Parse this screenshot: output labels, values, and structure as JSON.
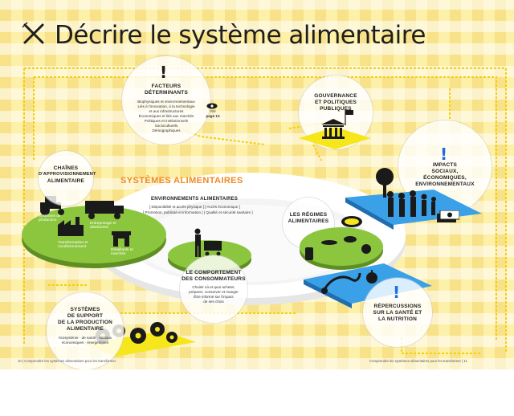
{
  "title": "Décrire le système  alimentaire",
  "icons": {
    "fork_knife": "fork-knife-crossed-icon"
  },
  "plate": {
    "title": "SYSTÈMES ALIMENTAIRES",
    "env_title": "ENVIRONNEMENTS ALIMENTAIRES",
    "env_line1": "[ Disponibilité et accès physique ] [ Accès économique ]",
    "env_line2": "[ Promotion, publicité et information ] [ Qualité et sécurité sanitaire ]"
  },
  "chaines": {
    "title_l1": "CHAÎNES",
    "title_l2": "D'APPROVISIONNEMENT",
    "title_l3": "ALIMENTAIRE",
    "systemes_production": "Systèmes de production",
    "entreposage": "Entreposage et distribution",
    "transformation": "Transformation et conditionnement",
    "detaillants": "Détaillants et marchés"
  },
  "facteurs": {
    "title_l1": "FACTEURS",
    "title_l2": "DÉTERMINANTS",
    "body": [
      "Biophysiques et environnementaux",
      "Liés à l'innovation, à la technologie",
      "et aux infrastructures",
      "Économiques et liés aux marchés",
      "Politiques et institutionnels",
      "Socioculturels",
      "Démographiques"
    ],
    "voir": "Voir",
    "page": "page 13"
  },
  "gouvernance": {
    "l1": "GOUVERNANCE",
    "l2": "ET POLITIQUES",
    "l3": "PUBLIQUES"
  },
  "impacts": {
    "l1": "IMPACTS",
    "l2": "SOCIAUX,",
    "l3": "ÉCONOMIQUES,",
    "l4": "ENVIRONNEMENTAUX"
  },
  "regimes": {
    "l1": "LES RÉGIMES",
    "l2": "ALIMENTAIRES"
  },
  "comportement": {
    "l1": "LE COMPORTEMENT",
    "l2": "DES CONSOMMATEURS",
    "body": [
      "Choisir où et quoi acheter,",
      "préparer, conserver et manger",
      "Être informé sur l'impact",
      "de ses choix"
    ]
  },
  "repercussions": {
    "l1": "RÉPERCUSSIONS",
    "l2": "SUR LA SANTÉ ET",
    "l3": "LA NUTRITION"
  },
  "support": {
    "l1": "SYSTÈMES",
    "l2": "DE SUPPORT",
    "l3": "DE LA PRODUCTION",
    "l4": "ALIMENTAIRE",
    "body1": "écosystème · de santé · sociaux",
    "body2": "économiques · énergétiques"
  },
  "footer": {
    "left": "10  |   Comprendre les systèmes alimentaires pour les transformer",
    "right": "Comprendre les systèmes alimentaires pour les transformer  |  11"
  },
  "colors": {
    "green": "#8cc63f",
    "blue": "#3aa0e8",
    "yellow": "#f6e61c",
    "orange": "#f08a24",
    "line": "#f7d21a"
  }
}
